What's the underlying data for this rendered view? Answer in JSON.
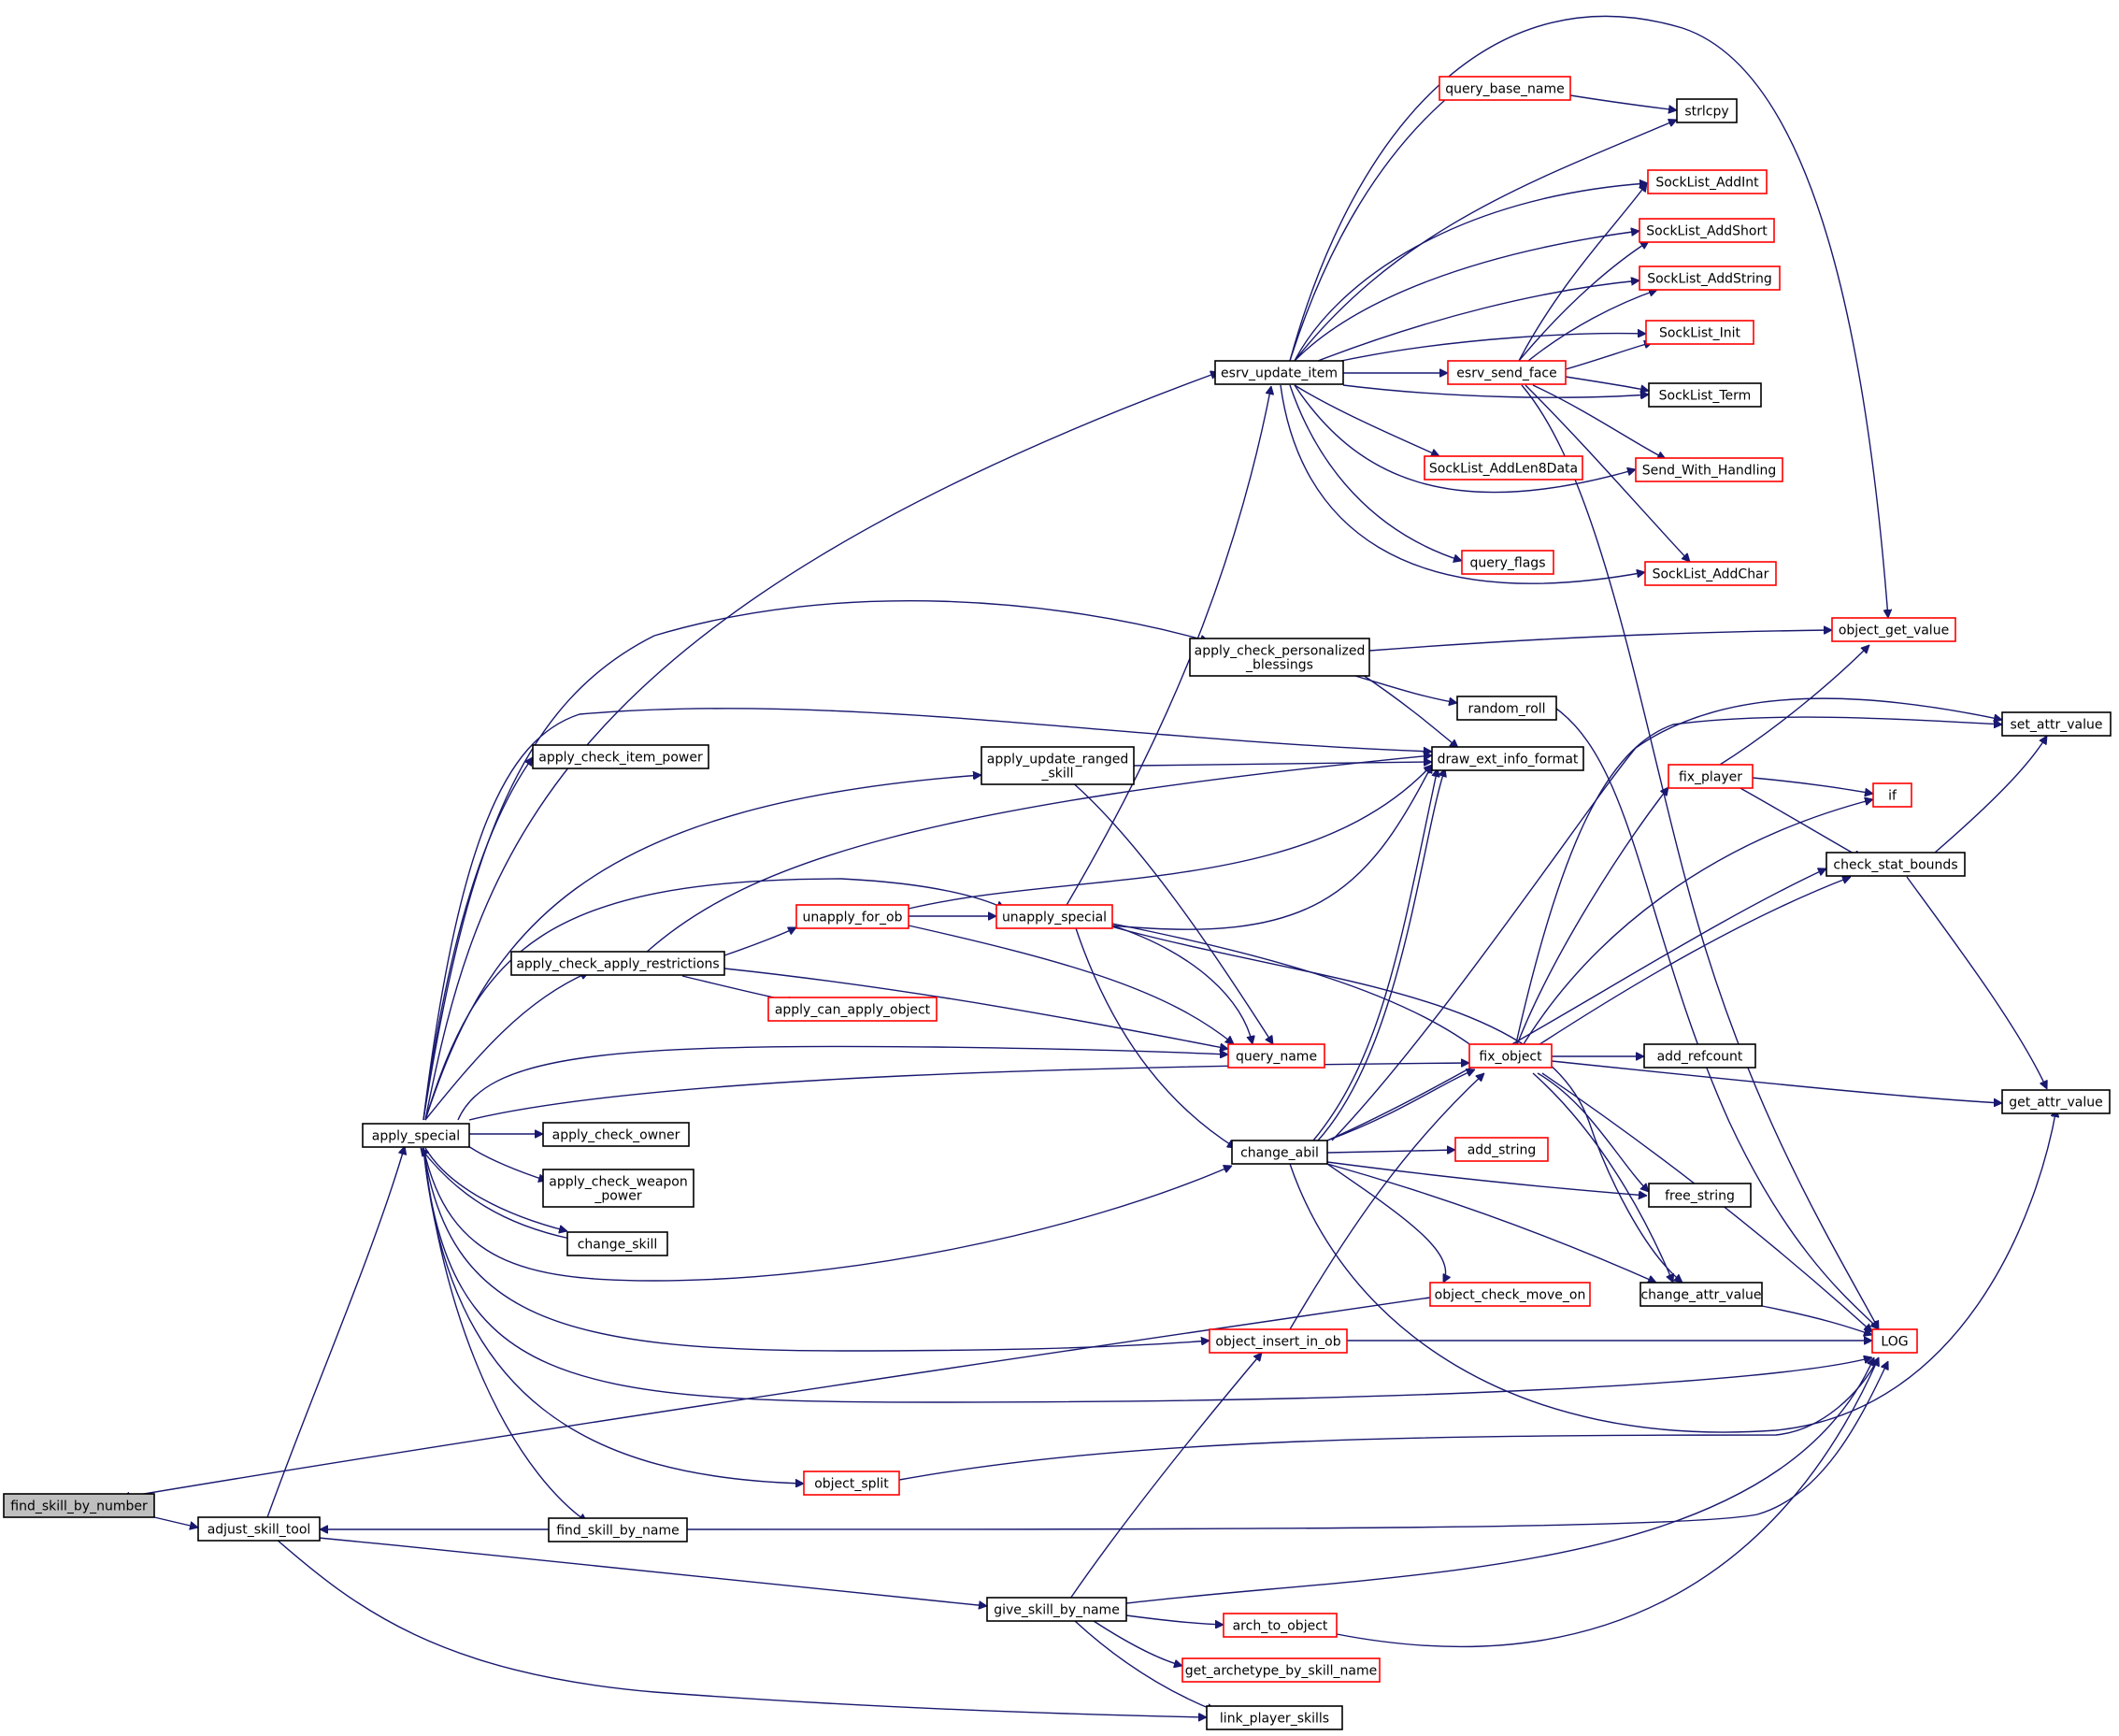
{
  "colors": {
    "edge": "#191970",
    "border_default": "#000000",
    "border_red": "#ff0000",
    "fill_default": "#ffffff",
    "fill_focus": "#bfbfbf"
  },
  "nodes": {
    "find_skill_by_number": {
      "lines": [
        "find_skill_by_number"
      ],
      "style": "focus"
    },
    "adjust_skill_tool": {
      "lines": [
        "adjust_skill_tool"
      ],
      "style": "black"
    },
    "apply_special": {
      "lines": [
        "apply_special"
      ],
      "style": "black"
    },
    "find_skill_by_name": {
      "lines": [
        "find_skill_by_name"
      ],
      "style": "black"
    },
    "give_skill_by_name": {
      "lines": [
        "give_skill_by_name"
      ],
      "style": "black"
    },
    "link_player_skills": {
      "lines": [
        "link_player_skills"
      ],
      "style": "black"
    },
    "apply_check_item_power": {
      "lines": [
        "apply_check_item_power"
      ],
      "style": "black"
    },
    "apply_check_owner": {
      "lines": [
        "apply_check_owner"
      ],
      "style": "black"
    },
    "apply_check_weapon_power": {
      "lines": [
        "apply_check_weapon",
        "_power"
      ],
      "style": "black"
    },
    "change_skill": {
      "lines": [
        "change_skill"
      ],
      "style": "black"
    },
    "apply_check_apply_restrictions": {
      "lines": [
        "apply_check_apply_restrictions"
      ],
      "style": "black"
    },
    "apply_update_ranged_skill": {
      "lines": [
        "apply_update_ranged",
        "_skill"
      ],
      "style": "black"
    },
    "apply_can_apply_object": {
      "lines": [
        "apply_can_apply_object"
      ],
      "style": "red"
    },
    "unapply_for_ob": {
      "lines": [
        "unapply_for_ob"
      ],
      "style": "red"
    },
    "unapply_special": {
      "lines": [
        "unapply_special"
      ],
      "style": "red"
    },
    "object_split": {
      "lines": [
        "object_split"
      ],
      "style": "red"
    },
    "esrv_update_item": {
      "lines": [
        "esrv_update_item"
      ],
      "style": "black"
    },
    "apply_check_personalized_blessings": {
      "lines": [
        "apply_check_personalized",
        "_blessings"
      ],
      "style": "black"
    },
    "change_abil": {
      "lines": [
        "change_abil"
      ],
      "style": "black"
    },
    "object_insert_in_ob": {
      "lines": [
        "object_insert_in_ob"
      ],
      "style": "red"
    },
    "arch_to_object": {
      "lines": [
        "arch_to_object"
      ],
      "style": "red"
    },
    "get_archetype_by_skill_name": {
      "lines": [
        "get_archetype_by_skill_name"
      ],
      "style": "red"
    },
    "query_base_name": {
      "lines": [
        "query_base_name"
      ],
      "style": "red"
    },
    "strlcpy": {
      "lines": [
        "strlcpy"
      ],
      "style": "black"
    },
    "sl_addint": {
      "lines": [
        "SockList_AddInt"
      ],
      "style": "red"
    },
    "sl_addshort": {
      "lines": [
        "SockList_AddShort"
      ],
      "style": "red"
    },
    "sl_addstring": {
      "lines": [
        "SockList_AddString"
      ],
      "style": "red"
    },
    "sl_init": {
      "lines": [
        "SockList_Init"
      ],
      "style": "red"
    },
    "esrv_send_face": {
      "lines": [
        "esrv_send_face"
      ],
      "style": "red"
    },
    "sl_term": {
      "lines": [
        "SockList_Term"
      ],
      "style": "black"
    },
    "sl_addlen8data": {
      "lines": [
        "SockList_AddLen8Data"
      ],
      "style": "red"
    },
    "send_with_handling": {
      "lines": [
        "Send_With_Handling"
      ],
      "style": "red"
    },
    "query_flags": {
      "lines": [
        "query_flags"
      ],
      "style": "red"
    },
    "sl_addchar": {
      "lines": [
        "SockList_AddChar"
      ],
      "style": "red"
    },
    "object_get_value": {
      "lines": [
        "object_get_value"
      ],
      "style": "red"
    },
    "random_roll": {
      "lines": [
        "random_roll"
      ],
      "style": "black"
    },
    "draw_ext_info_format": {
      "lines": [
        "draw_ext_info_format"
      ],
      "style": "black"
    },
    "set_attr_value": {
      "lines": [
        "set_attr_value"
      ],
      "style": "black"
    },
    "fix_player": {
      "lines": [
        "fix_player"
      ],
      "style": "red"
    },
    "if_node": {
      "lines": [
        "if"
      ],
      "style": "red"
    },
    "check_stat_bounds": {
      "lines": [
        "check_stat_bounds"
      ],
      "style": "black"
    },
    "query_name": {
      "lines": [
        "query_name"
      ],
      "style": "red"
    },
    "fix_object": {
      "lines": [
        "fix_object"
      ],
      "style": "red"
    },
    "add_refcount": {
      "lines": [
        "add_refcount"
      ],
      "style": "black"
    },
    "get_attr_value": {
      "lines": [
        "get_attr_value"
      ],
      "style": "black"
    },
    "add_string": {
      "lines": [
        "add_string"
      ],
      "style": "red"
    },
    "free_string": {
      "lines": [
        "free_string"
      ],
      "style": "black"
    },
    "object_check_move_on": {
      "lines": [
        "object_check_move_on"
      ],
      "style": "red"
    },
    "change_attr_value": {
      "lines": [
        "change_attr_value"
      ],
      "style": "black"
    },
    "log": {
      "lines": [
        "LOG"
      ],
      "style": "red"
    }
  }
}
